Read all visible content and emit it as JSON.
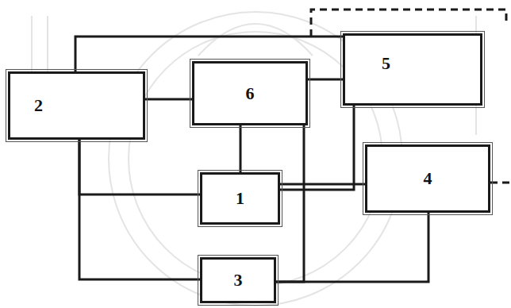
{
  "diagram": {
    "nodes": [
      {
        "text": [
          "2"
        ]
      },
      {
        "text": [
          "6"
        ]
      },
      {
        "text": [
          "5"
        ]
      },
      {
        "text": [
          "4"
        ]
      },
      {
        "text": [
          "1"
        ]
      },
      {
        "text": [
          "3"
        ]
      }
    ],
    "edges": [
      {
        "from": 0,
        "to": 2,
        "arrow": "none"
      },
      {
        "from": 0,
        "to": 1,
        "arrow": "none"
      },
      {
        "from": 0,
        "to": 4,
        "arrow": "none"
      },
      {
        "from": 0,
        "to": 5,
        "arrow": "none"
      },
      {
        "from": 1,
        "to": 4,
        "arrow": "none"
      },
      {
        "from": 1,
        "to": 2,
        "arrow": "none"
      },
      {
        "from": 1,
        "to": 5,
        "arrow": "none"
      },
      {
        "from": 4,
        "to": 3,
        "arrow": "none"
      },
      {
        "from": 4,
        "to": 2,
        "arrow": "none"
      },
      {
        "from": 3,
        "to": 5,
        "arrow": "none"
      }
    ]
  }
}
